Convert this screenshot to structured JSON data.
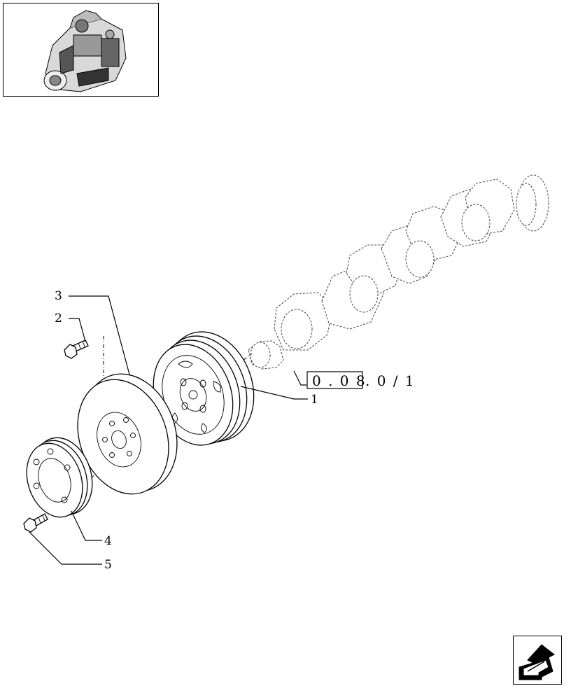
{
  "diagram": {
    "callouts": [
      {
        "id": "callout-1",
        "label": "1"
      },
      {
        "id": "callout-2",
        "label": "2"
      },
      {
        "id": "callout-3",
        "label": "3"
      },
      {
        "id": "callout-4",
        "label": "4"
      },
      {
        "id": "callout-5",
        "label": "5"
      }
    ],
    "reference": {
      "boxed": "0 . 0 8",
      "suffix": ". 0 / 1"
    }
  },
  "icons": {
    "thumbnail": "engine-thumbnail-icon",
    "navigation": "arrow-left-down-icon"
  },
  "colors": {
    "line": "#000000",
    "background": "#ffffff"
  }
}
